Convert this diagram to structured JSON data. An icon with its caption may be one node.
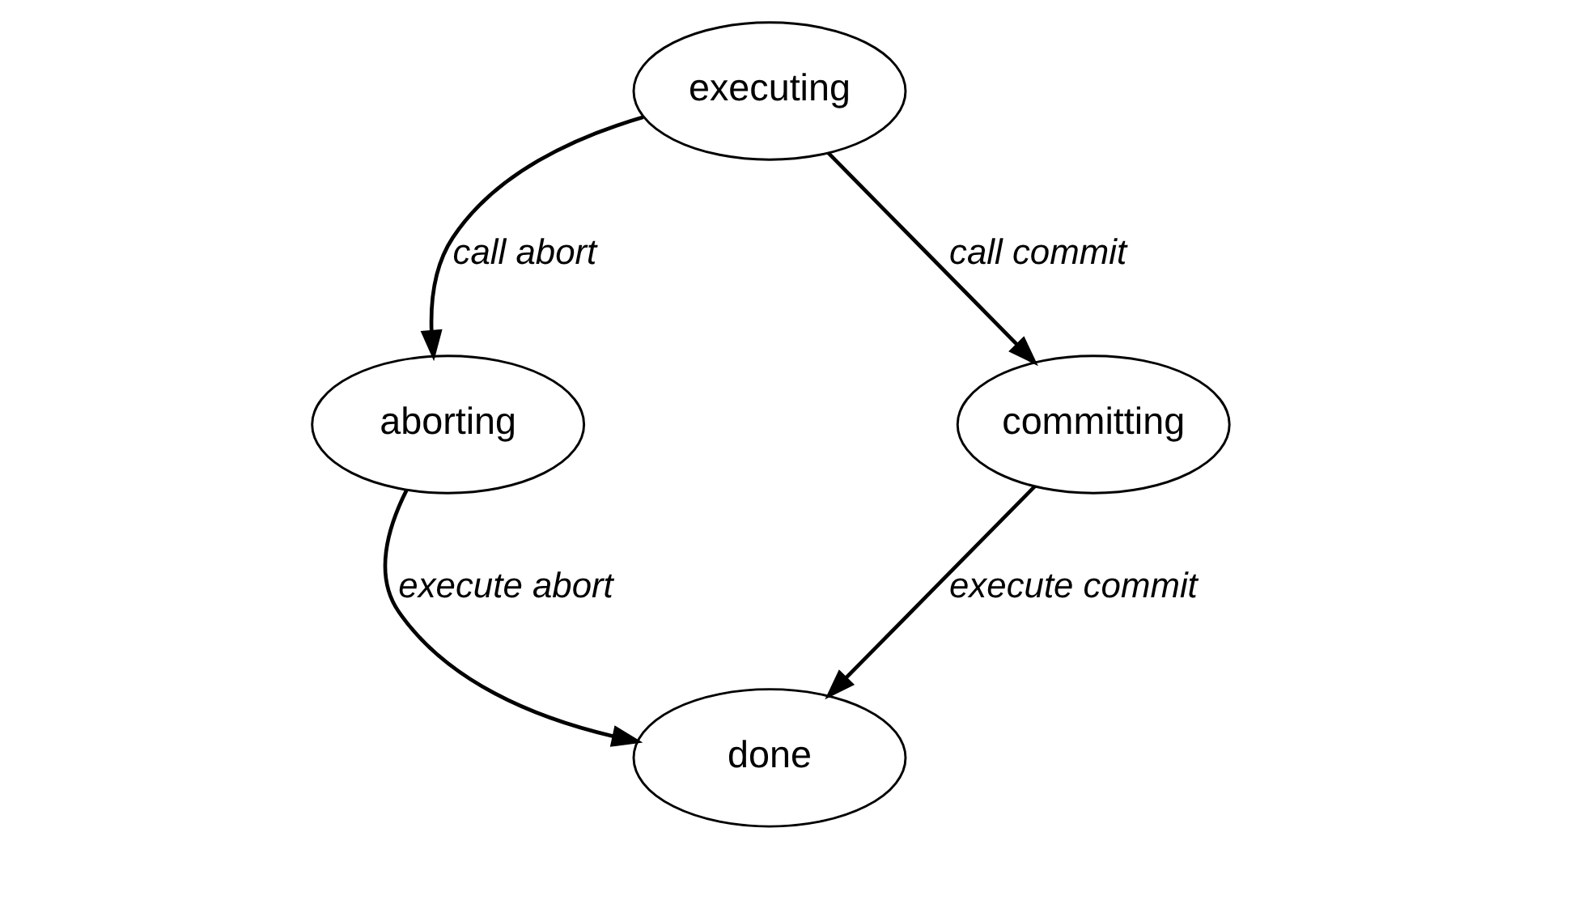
{
  "diagram": {
    "nodes": [
      {
        "text": [
          "executing"
        ]
      },
      {
        "text": [
          "aborting"
        ]
      },
      {
        "text": [
          "committing"
        ]
      },
      {
        "text": [
          "done"
        ]
      }
    ],
    "edges": [
      {
        "from": 0,
        "to": 1,
        "arrow": "to",
        "label": "call abort"
      },
      {
        "from": 0,
        "to": 2,
        "arrow": "to",
        "label": "call commit"
      },
      {
        "from": 1,
        "to": 3,
        "arrow": "to",
        "label": "execute abort"
      },
      {
        "from": 2,
        "to": 3,
        "arrow": "to",
        "label": "execute commit"
      }
    ]
  }
}
